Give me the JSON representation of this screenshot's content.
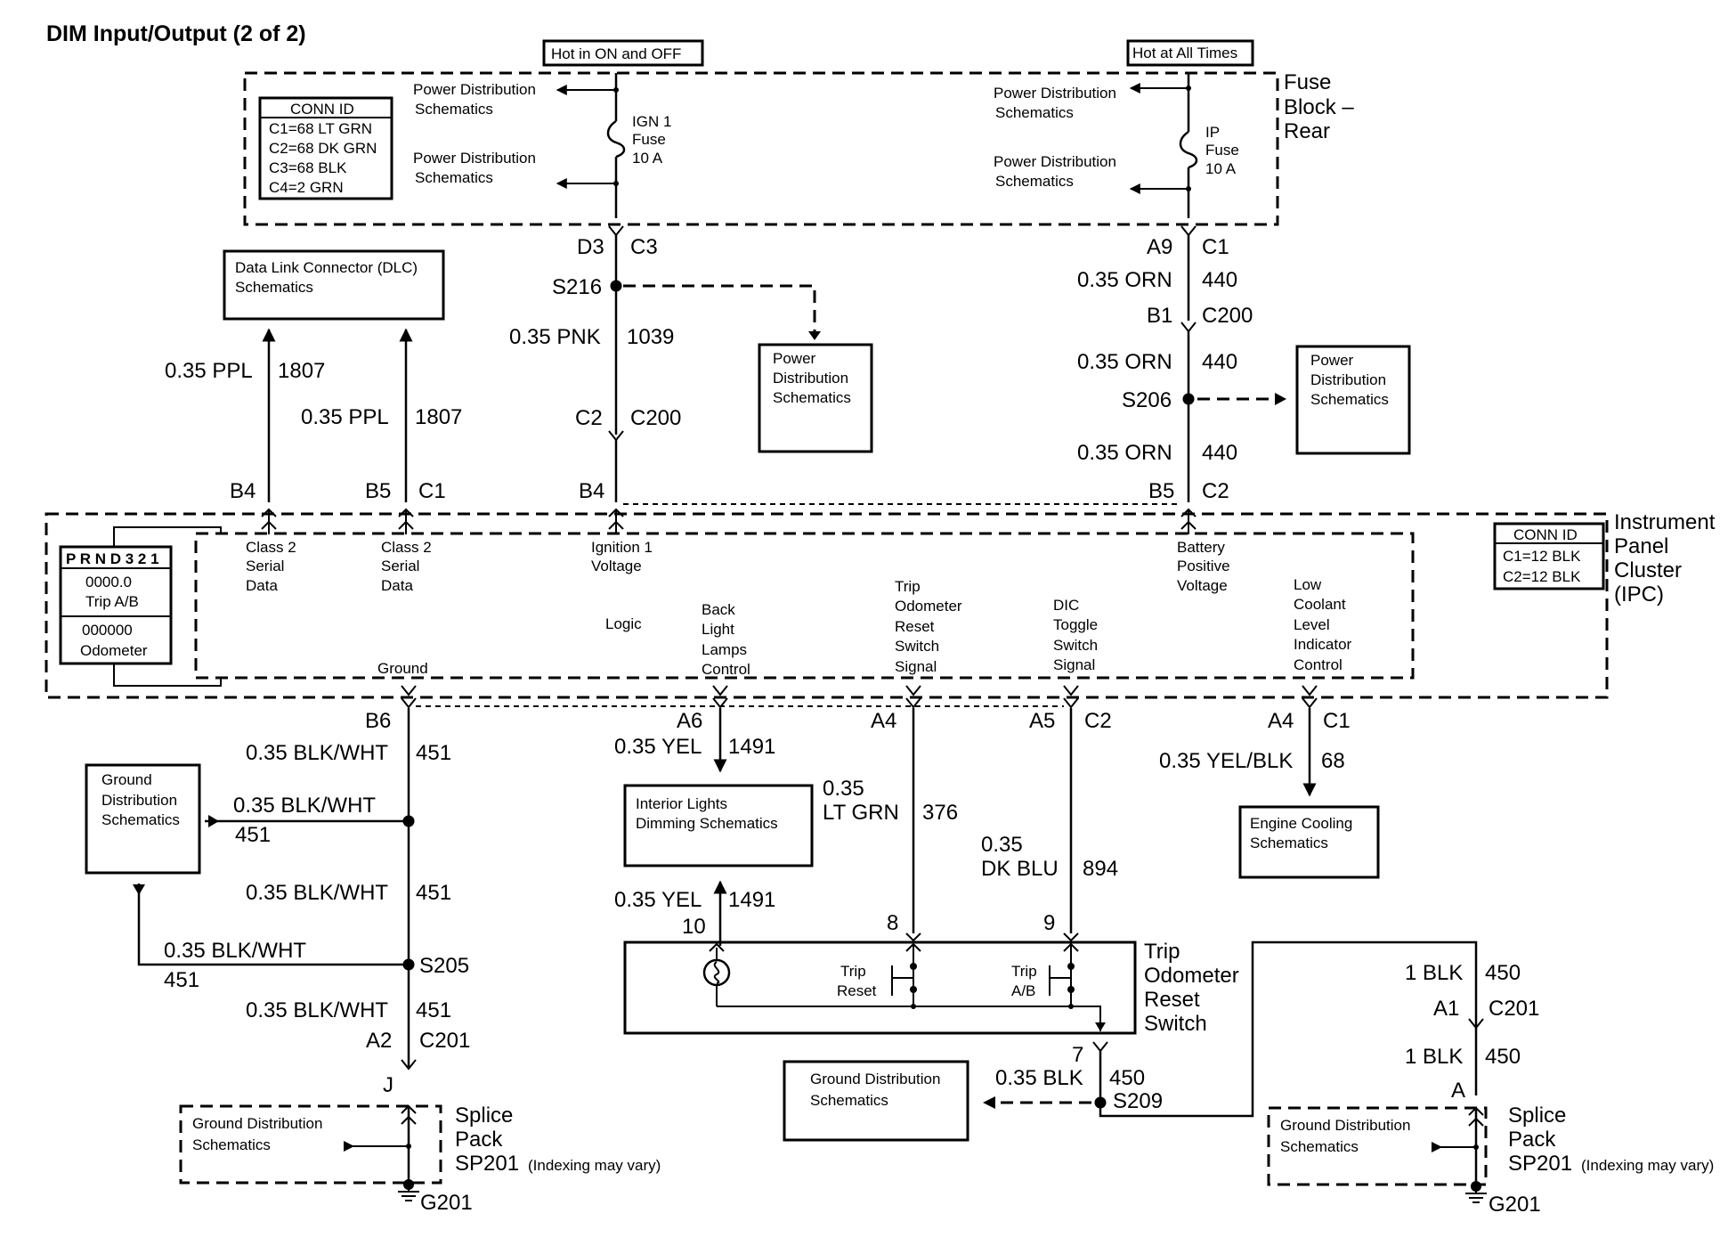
{
  "title": "DIM Input/Output (2 of 2)",
  "fuse_block": {
    "label_lines": [
      "Fuse",
      "Block –",
      "Rear"
    ],
    "hot_on_off": "Hot in ON and OFF",
    "hot_all_times": "Hot at All Times",
    "conn_id": {
      "header": "CONN ID",
      "lines": [
        "C1=68 LT GRN",
        "C2=68 DK GRN",
        "C3=68 BLK",
        "C4=2 GRN"
      ]
    },
    "ign1_fuse": [
      "IGN 1",
      "Fuse",
      "10 A"
    ],
    "ip_fuse": [
      "IP",
      "Fuse",
      "10 A"
    ],
    "pds": [
      "Power Distribution",
      "Schematics"
    ]
  },
  "dlc_box": [
    "Data Link Connector (DLC)",
    "Schematics"
  ],
  "pd_box": [
    "Power",
    "Distribution",
    "Schematics"
  ],
  "wires": {
    "ppl": "0.35 PPL",
    "c1807": "1807",
    "pnk": "0.35 PNK",
    "c1039": "1039",
    "orn": "0.35 ORN",
    "c440": "440",
    "blkwht": "0.35 BLK/WHT",
    "c451": "451",
    "yel": "0.35 YEL",
    "c1491": "1491",
    "ltgrn": [
      "0.35",
      "LT GRN"
    ],
    "c376": "376",
    "dkblu": [
      "0.35",
      "DK BLU"
    ],
    "c894": "894",
    "yelblk": "0.35 YEL/BLK",
    "c68": "68",
    "blk1": "1 BLK",
    "blk035": "0.35 BLK",
    "c450": "450"
  },
  "connectors": {
    "D3": "D3",
    "C3": "C3",
    "S216": "S216",
    "C2": "C2",
    "C200": "C200",
    "B4": "B4",
    "A9": "A9",
    "C1": "C1",
    "B1": "B1",
    "S206": "S206",
    "B5": "B5",
    "B6": "B6",
    "A6": "A6",
    "A4": "A4",
    "A5": "A5",
    "S205": "S205",
    "A2": "A2",
    "C201": "C201",
    "J": "J",
    "G201": "G201",
    "p10": "10",
    "p8": "8",
    "p9": "9",
    "p7": "7",
    "S209": "S209",
    "A1": "A1",
    "A": "A"
  },
  "ipc": {
    "label_lines": [
      "Instrument",
      "Panel",
      "Cluster",
      "(IPC)"
    ],
    "conn_id": {
      "header": "CONN ID",
      "lines": [
        "C1=12 BLK",
        "C2=12 BLK"
      ]
    },
    "display": {
      "prnd": "P R N D 3 2 1",
      "trip_value": "0000.0",
      "trip_label": "Trip A/B",
      "odo_value": "000000",
      "odo_label": "Odometer"
    },
    "class2": [
      "Class 2",
      "Serial",
      "Data"
    ],
    "ign1_voltage": [
      "Ignition 1",
      "Voltage"
    ],
    "battery": [
      "Battery",
      "Positive",
      "Voltage"
    ],
    "logic": "Logic",
    "backlight": [
      "Back",
      "Light",
      "Lamps",
      "Control"
    ],
    "trip_reset": [
      "Trip",
      "Odometer",
      "Reset",
      "Switch",
      "Signal"
    ],
    "dic_toggle": [
      "DIC",
      "Toggle",
      "Switch",
      "Signal"
    ],
    "low_coolant": [
      "Low",
      "Coolant",
      "Level",
      "Indicator",
      "Control"
    ],
    "ground": "Ground"
  },
  "gd_box": [
    "Ground",
    "Distribution",
    "Schematics"
  ],
  "gd_box2": [
    "Ground Distribution",
    "Schematics"
  ],
  "interior_box": [
    "Interior Lights",
    "Dimming Schematics"
  ],
  "engine_box": [
    "Engine Cooling",
    "Schematics"
  ],
  "trip_switch": {
    "label_lines": [
      "Trip",
      "Odometer",
      "Reset",
      "Switch"
    ],
    "trip_reset": [
      "Trip",
      "Reset"
    ],
    "trip_ab": [
      "Trip",
      "A/B"
    ]
  },
  "splice": {
    "label_lines": [
      "Splice",
      "Pack"
    ],
    "sp": "SP201",
    "note": "(Indexing may vary)"
  }
}
